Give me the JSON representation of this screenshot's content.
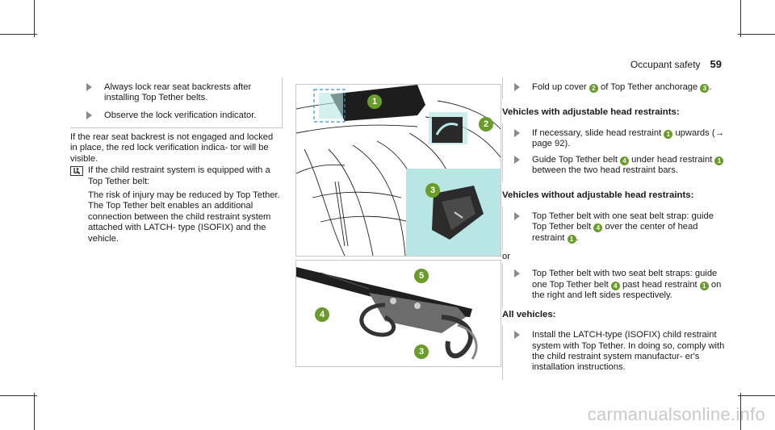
{
  "header": {
    "section": "Occupant safety",
    "page": "59"
  },
  "left": {
    "bullets": [
      "Always lock rear seat backrests after installing Top Tether belts.",
      "Observe the lock verification indicator."
    ],
    "para": "If the rear seat backrest is not engaged and locked in place, the red lock verification indica- tor will be visible.",
    "note_line1": "If the child restraint system is equipped with a Top Tether belt:",
    "note_line2": "The risk of injury may be reduced by Top Tether. The Top Tether belt enables an additional connection between the child restraint system attached with LATCH- type (ISOFIX) and the vehicle."
  },
  "figure_callouts": {
    "top": [
      "1",
      "2",
      "3"
    ],
    "bottom": [
      "5",
      "4",
      "3"
    ]
  },
  "right": {
    "b1_pre": "Fold up cover",
    "b1_c1": "2",
    "b1_mid": "of Top Tether anchorage",
    "b1_c2": "3",
    "b1_post": ".",
    "h1": "Vehicles with adjustable head restraints:",
    "b2_pre": "If necessary, slide head restraint",
    "b2_c": "1",
    "b2_post": "upwards (→ page 92).",
    "b3_pre": "Guide Top Tether belt",
    "b3_c1": "4",
    "b3_mid": "under head restraint",
    "b3_c2": "1",
    "b3_post": "between the two head restraint bars.",
    "h2": "Vehicles without adjustable head restraints:",
    "b4_pre": "Top Tether belt with one seat belt strap: guide Top Tether belt",
    "b4_c1": "4",
    "b4_mid": "over the center of head restraint",
    "b4_c2": "1",
    "b4_post": ".",
    "or": "or",
    "b5_pre": "Top Tether belt with two seat belt straps: guide one Top Tether belt",
    "b5_c1": "4",
    "b5_mid": "past head restraint",
    "b5_c2": "1",
    "b5_post": "on the right and left sides respectively.",
    "h3": "All vehicles:",
    "b6": "Install the LATCH-type (ISOFIX) child restraint system with Top Tether. In doing so, comply with the child restraint system manufactur- er's installation instructions."
  },
  "watermark": "carmanualsonline.info",
  "colors": {
    "callout": "#6a9c2a",
    "highlight": "#b7e6e4",
    "bullet": "#8a8a8a"
  }
}
